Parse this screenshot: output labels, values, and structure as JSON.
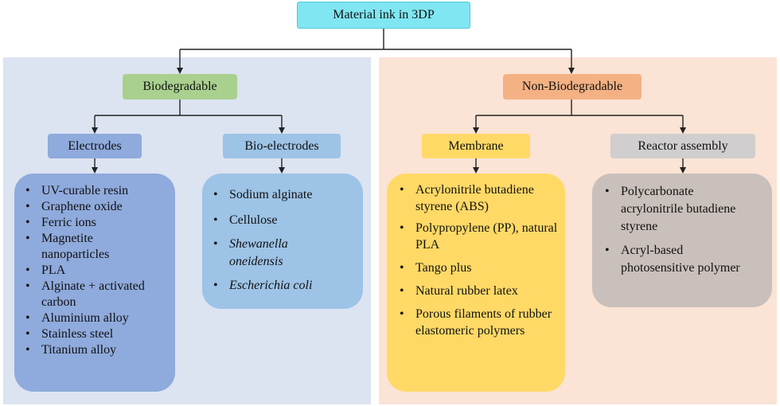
{
  "colors": {
    "root_fill": "#7fe6f2",
    "left_panel": "#dce3f1",
    "right_panel": "#fbe3d5",
    "biodegradable": "#a9d08e",
    "non_biodegradable": "#f4b183",
    "electrodes_node": "#8faadc",
    "bio_electrodes_node": "#9dc3e6",
    "membrane_node": "#ffd966",
    "reactor_node": "#d0cece",
    "electrodes_list": "#8faadc",
    "bio_electrodes_list": "#9dc3e6",
    "membrane_list": "#ffd966",
    "reactor_list": "#c9c0bb"
  },
  "root": {
    "label": "Material ink in 3DP"
  },
  "biodegradable": {
    "label": "Biodegradable",
    "electrodes": {
      "label": "Electrodes",
      "items": [
        "UV-curable resin",
        "Graphene oxide",
        "Ferric ions",
        "Magnetite nanoparticles",
        "PLA",
        "Alginate + activated carbon",
        "Aluminium alloy",
        "Stainless steel",
        "Titanium alloy"
      ]
    },
    "bio_electrodes": {
      "label": "Bio-electrodes",
      "items": [
        "Sodium alginate",
        "Cellulose",
        "Shewanella oneidensis",
        "Escherichia coli"
      ]
    }
  },
  "non_biodegradable": {
    "label": "Non-Biodegradable",
    "membrane": {
      "label": "Membrane",
      "items": [
        "Acrylonitrile butadiene styrene (ABS)",
        "Polypropylene (PP), natural PLA",
        "Tango plus",
        "Natural rubber latex",
        "Porous filaments of rubber elastomeric polymers"
      ]
    },
    "reactor": {
      "label": "Reactor assembly",
      "items": [
        "Polycarbonate acrylonitrile butadiene styrene",
        "Acryl-based photosensitive polymer"
      ]
    }
  }
}
